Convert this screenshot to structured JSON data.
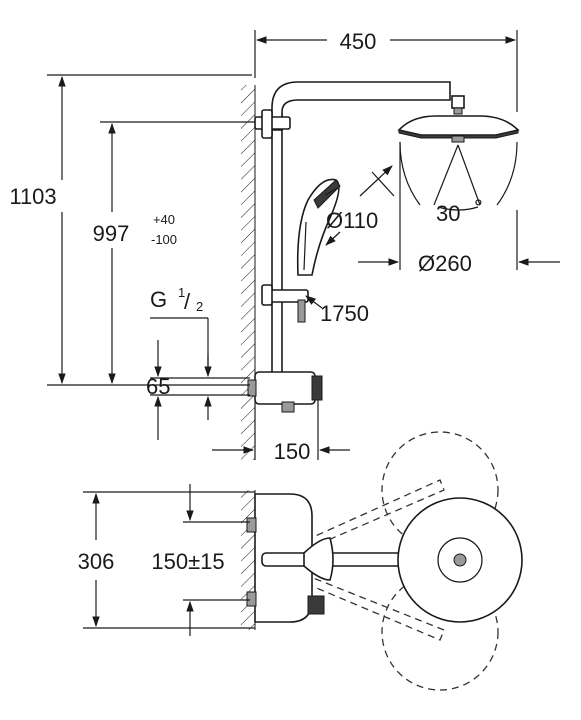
{
  "dimensions": {
    "width_total": "450",
    "height_total": "1103",
    "height_mixer_to_bracket": "997",
    "tolerance_plus": "+40",
    "tolerance_minus": "-100",
    "connection_prefix": "G",
    "connection_numerator": "1",
    "connection_denominator": "2",
    "inlet_offset": "65",
    "hand_shower_diameter": "Ø110",
    "head_shower_diameter": "Ø260",
    "hose_length": "1750",
    "swivel_angle": "30",
    "angle_unit": "°",
    "mixer_projection": "150",
    "mixer_depth": "306",
    "inlet_spacing": "150±15"
  },
  "colors": {
    "line": "#1a1a1a",
    "grey_fill": "#9a9a9a",
    "background": "#ffffff"
  }
}
